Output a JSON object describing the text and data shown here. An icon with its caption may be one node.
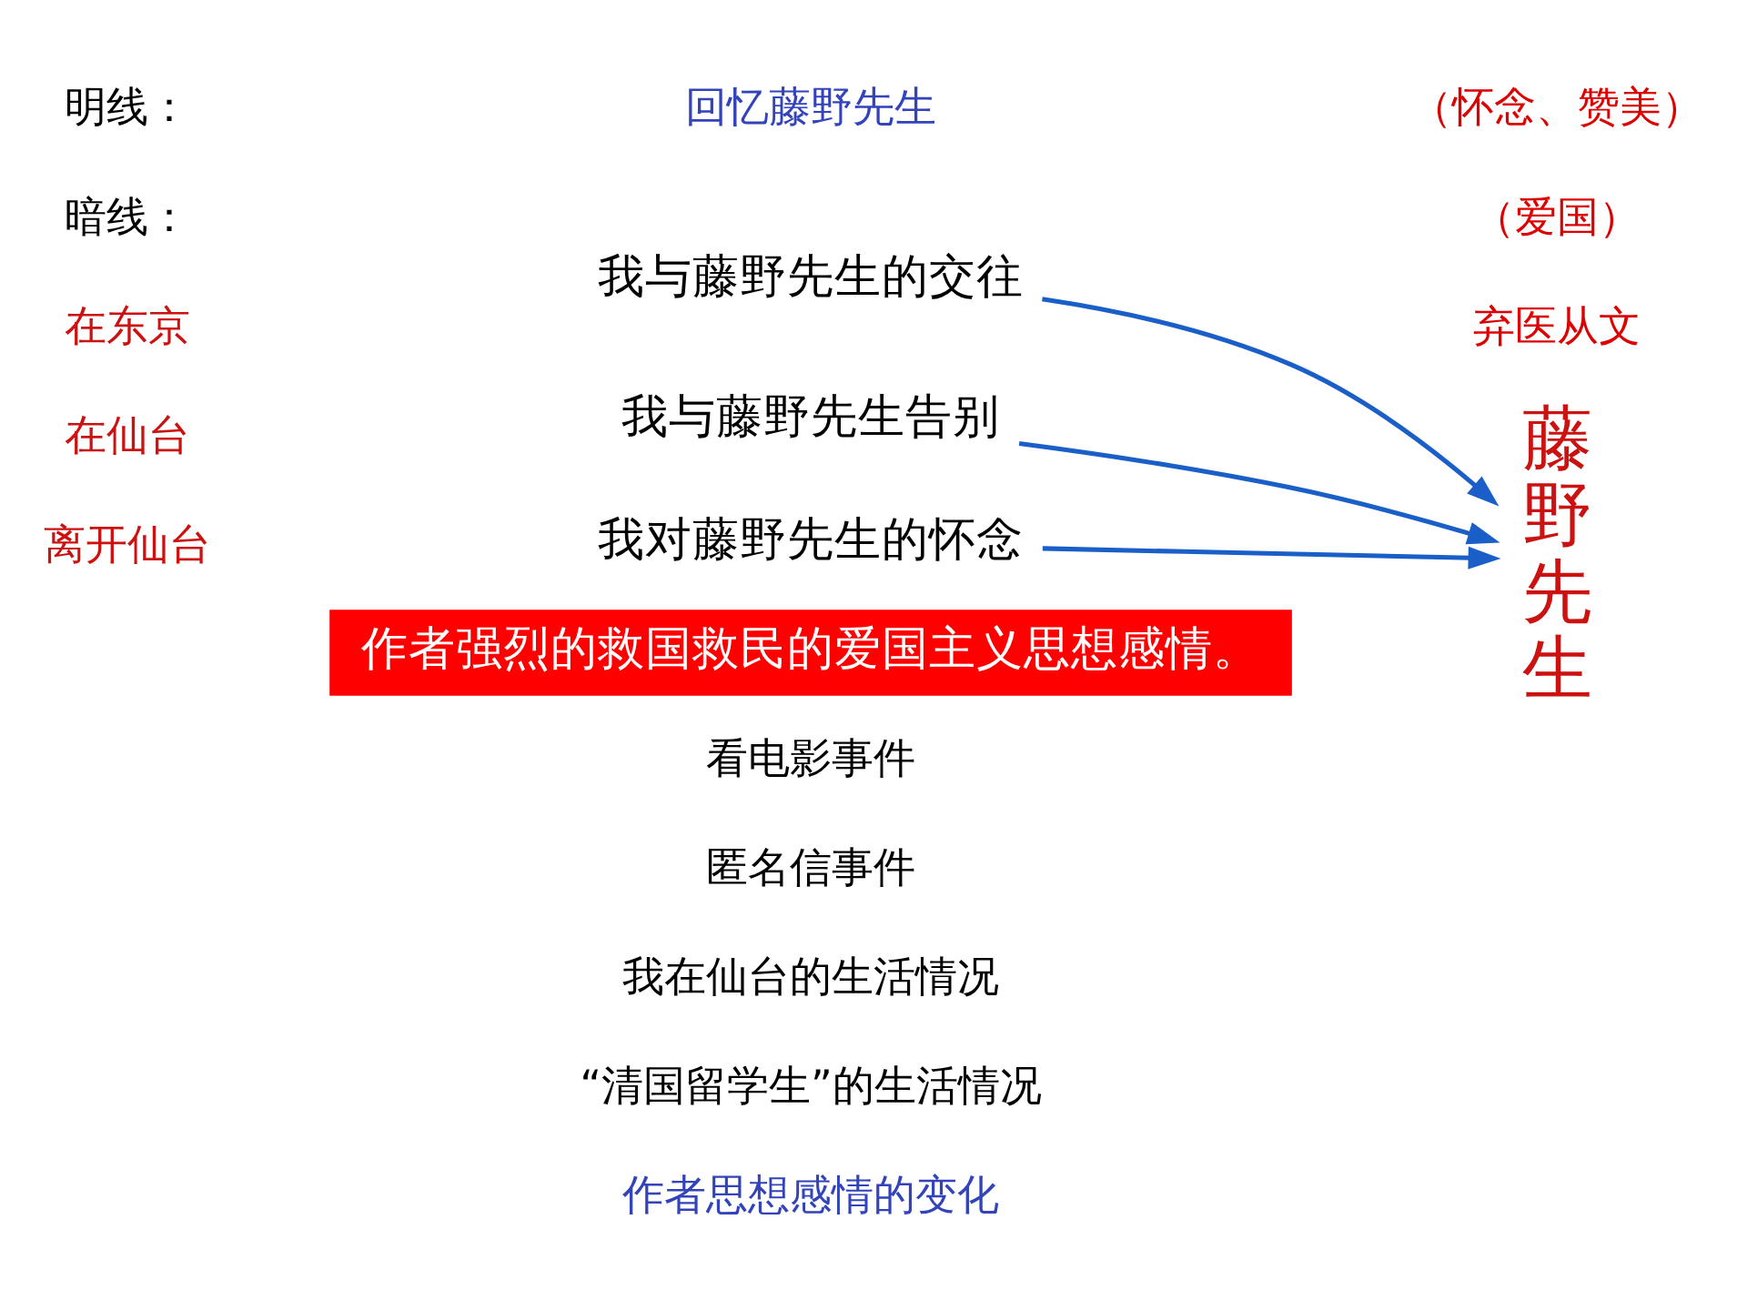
{
  "diagram": {
    "nodes": [
      {
        "text": [
          "藤野先生"
        ]
      },
      {
        "text": [
          "我与藤野先生的交往"
        ]
      },
      {
        "text": [
          "我与藤野先生告别"
        ]
      },
      {
        "text": [
          "我对藤野先生的怀念"
        ]
      },
      {
        "text": [
          "作者强烈的救国救民的爱国主义思想感情。"
        ]
      }
    ],
    "edges": [
      {
        "from": 1,
        "to": 0,
        "arrow": "to"
      },
      {
        "from": 2,
        "to": 0,
        "arrow": "to"
      },
      {
        "from": 3,
        "to": 0,
        "arrow": "to"
      }
    ],
    "labels": [
      "明线：",
      "回忆藤野先生",
      "（怀念、赞美）",
      "暗线：",
      "作者思想感情的变化",
      "（爱国）",
      "在东京",
      "“清国留学生”的生活情况",
      "在仙台",
      "我在仙台的生活情况",
      "匿名信事件",
      "看电影事件",
      "弃医从文",
      "离开仙台"
    ]
  }
}
